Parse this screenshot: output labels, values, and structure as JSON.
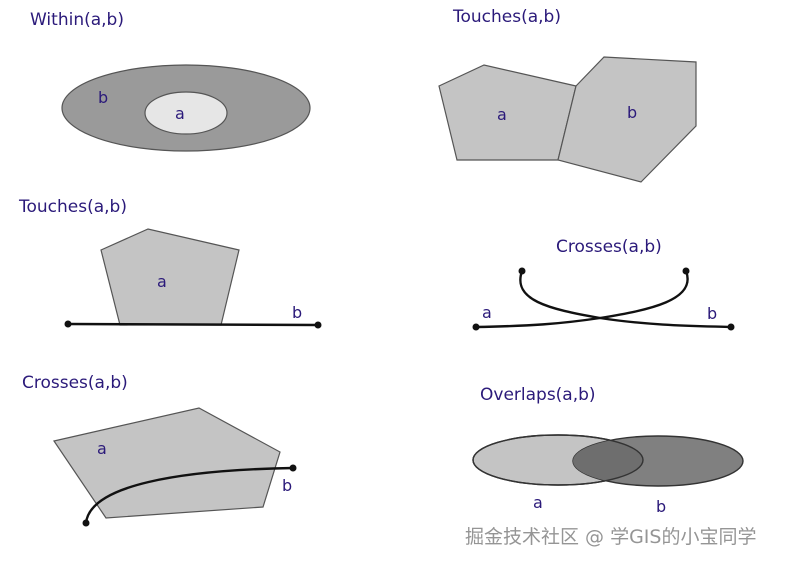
{
  "panels": [
    {
      "title": "Within(a,b)",
      "labels": {
        "a": "a",
        "b": "b"
      }
    },
    {
      "title": "Touches(a,b)",
      "labels": {
        "a": "a",
        "b": "b"
      }
    },
    {
      "title": "Touches(a,b)",
      "labels": {
        "a": "a",
        "b": "b"
      }
    },
    {
      "title": "Crosses(a,b)",
      "labels": {
        "a": "a",
        "b": "b"
      }
    },
    {
      "title": "Crosses(a,b)",
      "labels": {
        "a": "a",
        "b": "b"
      }
    },
    {
      "title": "Overlaps(a,b)",
      "labels": {
        "a": "a",
        "b": "b"
      }
    }
  ],
  "watermark": "掘金技术社区 @ 学GIS的小宝同学",
  "colors": {
    "label": "#2b1a7a",
    "fill_light": "#c4c4c4",
    "fill_dark": "#9a9a9a",
    "fill_inner": "#e6e6e6",
    "fill_overlap": "#6e6e6e",
    "stroke": "#555555",
    "line": "#111111"
  }
}
